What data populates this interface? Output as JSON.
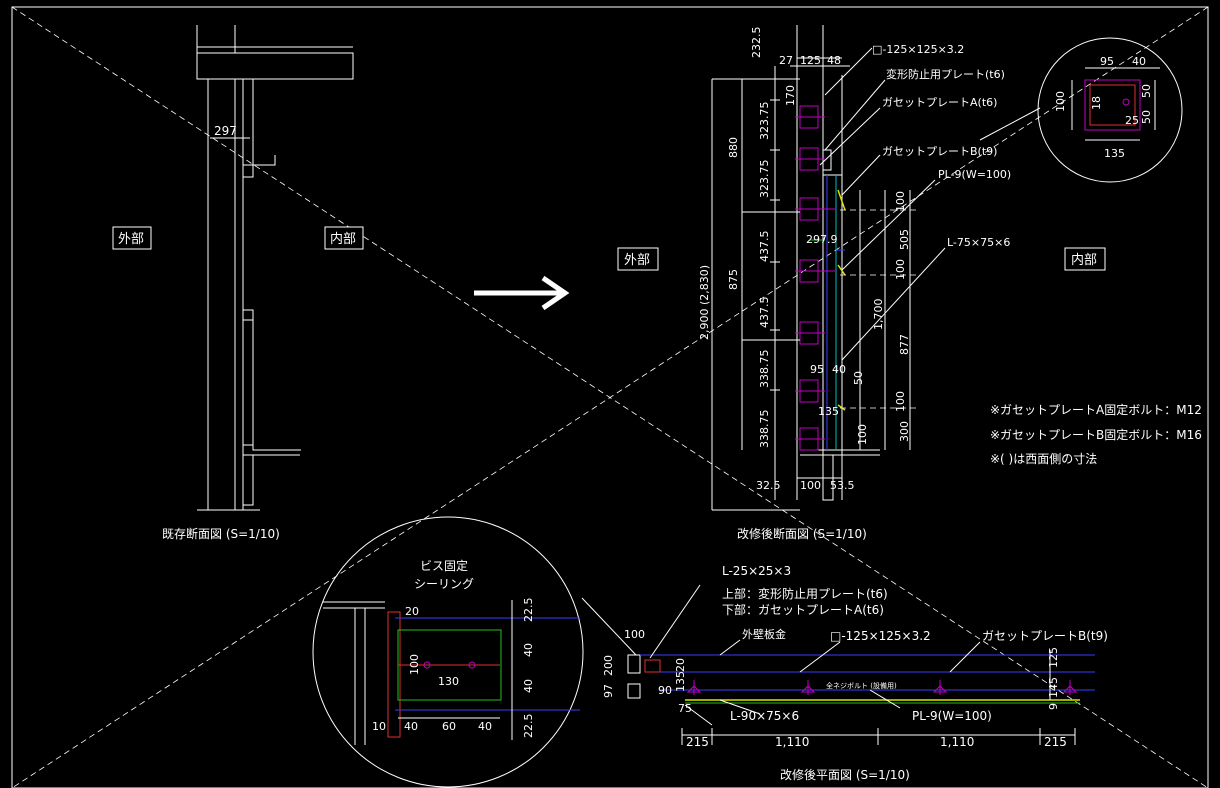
{
  "labels": {
    "gaibu": "外部",
    "naibu": "内部",
    "gaibu2": "外部",
    "naibu2": "内部"
  },
  "titles": {
    "existing": "既存断面図 (S=1/10)",
    "revised_section": "改修後断面図 (S=1/10)",
    "revised_plan": "改修後平面図 (S=1/10)"
  },
  "section_callouts": {
    "square_tube": "□-125×125×3.2",
    "deform_plate": "変形防止用プレート(t6)",
    "gusset_a": "ガセットプレートA(t6)",
    "gusset_b": "ガセットプレートB(t9)",
    "pl9": "PL-9(W=100)",
    "angle75": "L-75×75×6"
  },
  "notes": [
    "※ガセットプレートA固定ボルト：M12",
    "※ガセットプレートB固定ボルト：M16",
    "※( )は西面側の寸法"
  ],
  "dims": {
    "d297_existing": "297",
    "d232_5": "232.5",
    "d27": "27",
    "d125": "125",
    "d48": "48",
    "d170": "170",
    "d323_75a": "323.75",
    "d323_75b": "323.75",
    "d437_5a": "437.5",
    "d437_5b": "437.5",
    "d338_75a": "338.75",
    "d338_75b": "338.75",
    "d880": "880",
    "d875": "875",
    "d2900": "2,900 (2,830)",
    "d297_9": "297.9",
    "d100a": "100",
    "d100b": "100",
    "d100c": "100",
    "d100d": "100",
    "d505": "505",
    "d1700": "1,700",
    "d877": "877",
    "d300": "300",
    "d95": "95",
    "d40": "40",
    "d50": "50",
    "d135": "135",
    "d32_5": "32.5",
    "d100bot": "100",
    "d53_5": "53.5"
  },
  "detail_top": {
    "d95": "95",
    "d40": "40",
    "d100": "100",
    "d18": "18",
    "d25": "25",
    "d50a": "50",
    "d50b": "50",
    "d135": "135"
  },
  "detail_bottom": {
    "screw": "ビス固定",
    "sealing": "シーリング",
    "d20": "20",
    "d100": "100",
    "d130": "130",
    "d10": "10",
    "d40a": "40",
    "d60": "60",
    "d40b": "40",
    "r22_5a": "22.5",
    "r40a": "40",
    "r40b": "40",
    "r22_5b": "22.5"
  },
  "plan_callouts": {
    "angle25": "L-25×25×3",
    "top_label": "上部：変形防止用プレート(t6)",
    "bottom_label": "下部：ガセットプレートA(t6)",
    "wall_sheet": "外壁板金",
    "square_tube": "□-125×125×3.2",
    "gusset_b": "ガセットプレートB(t9)",
    "anchor": "全ネジボルト (設備用)",
    "angle90": "L-90×75×6",
    "pl9": "PL-9(W=100)"
  },
  "plan_dims": {
    "d100": "100",
    "d200": "200",
    "d97": "97",
    "d20": "20",
    "d90": "90",
    "d135": "135",
    "d75": "75",
    "d215a": "215",
    "d1110a": "1,110",
    "d1110b": "1,110",
    "d215b": "215",
    "d125": "125",
    "d145": "145",
    "d9": "9"
  },
  "colors": {
    "background": "#000000",
    "line": "#ffffff",
    "blue": "#3b3bff",
    "magenta": "#c000c0",
    "green": "#20c020",
    "red": "#e03030",
    "yellow": "#e0e000"
  }
}
